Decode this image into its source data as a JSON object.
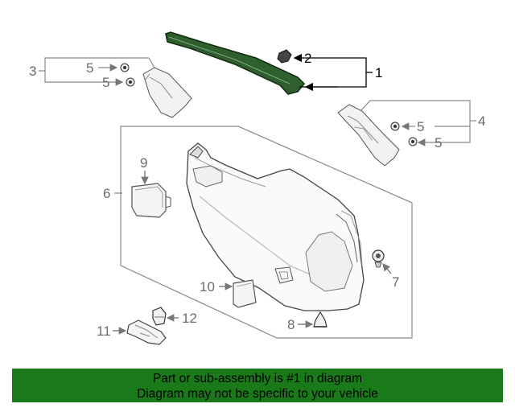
{
  "callouts": {
    "c1": "1",
    "c2": "2",
    "c3": "3",
    "c4": "4",
    "c5a": "5",
    "c5b": "5",
    "c5c": "5",
    "c5d": "5",
    "c6": "6",
    "c7": "7",
    "c8": "8",
    "c9": "9",
    "c10": "10",
    "c11": "11",
    "c12": "12"
  },
  "banner": {
    "line1": "Part or sub-assembly is #1 in diagram",
    "line2": "Diagram may not be specific to your vehicle",
    "color": "#1a7a1a"
  },
  "colors": {
    "highlight_part": "#2f5e2f",
    "line_grey": "#8a8a8a",
    "line_dark": "#333333"
  }
}
